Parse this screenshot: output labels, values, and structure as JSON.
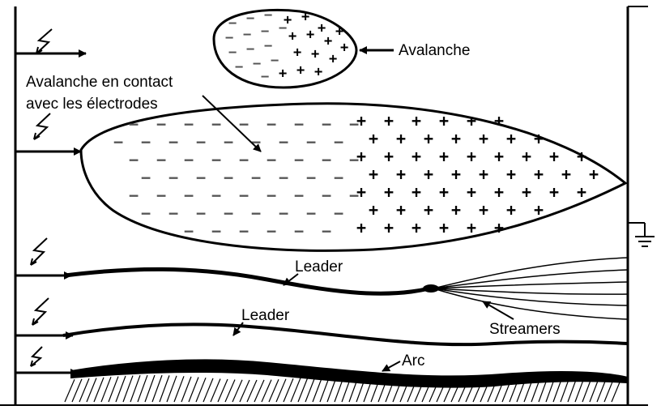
{
  "labels": {
    "avalanche": "Avalanche",
    "contact_line1": "Avalanche en contact",
    "contact_line2": "avec les électrodes",
    "leader_1": "Leader",
    "leader_2": "Leader",
    "streamers": "Streamers",
    "arc": "Arc"
  },
  "icons": {
    "lightning": "lightning-bolt-icon",
    "ground": "ground-symbol-icon"
  },
  "charges": {
    "negative": "−",
    "positive": "+"
  },
  "colors": {
    "ink": "#000000",
    "minus": "#555555",
    "background": "#ffffff"
  }
}
